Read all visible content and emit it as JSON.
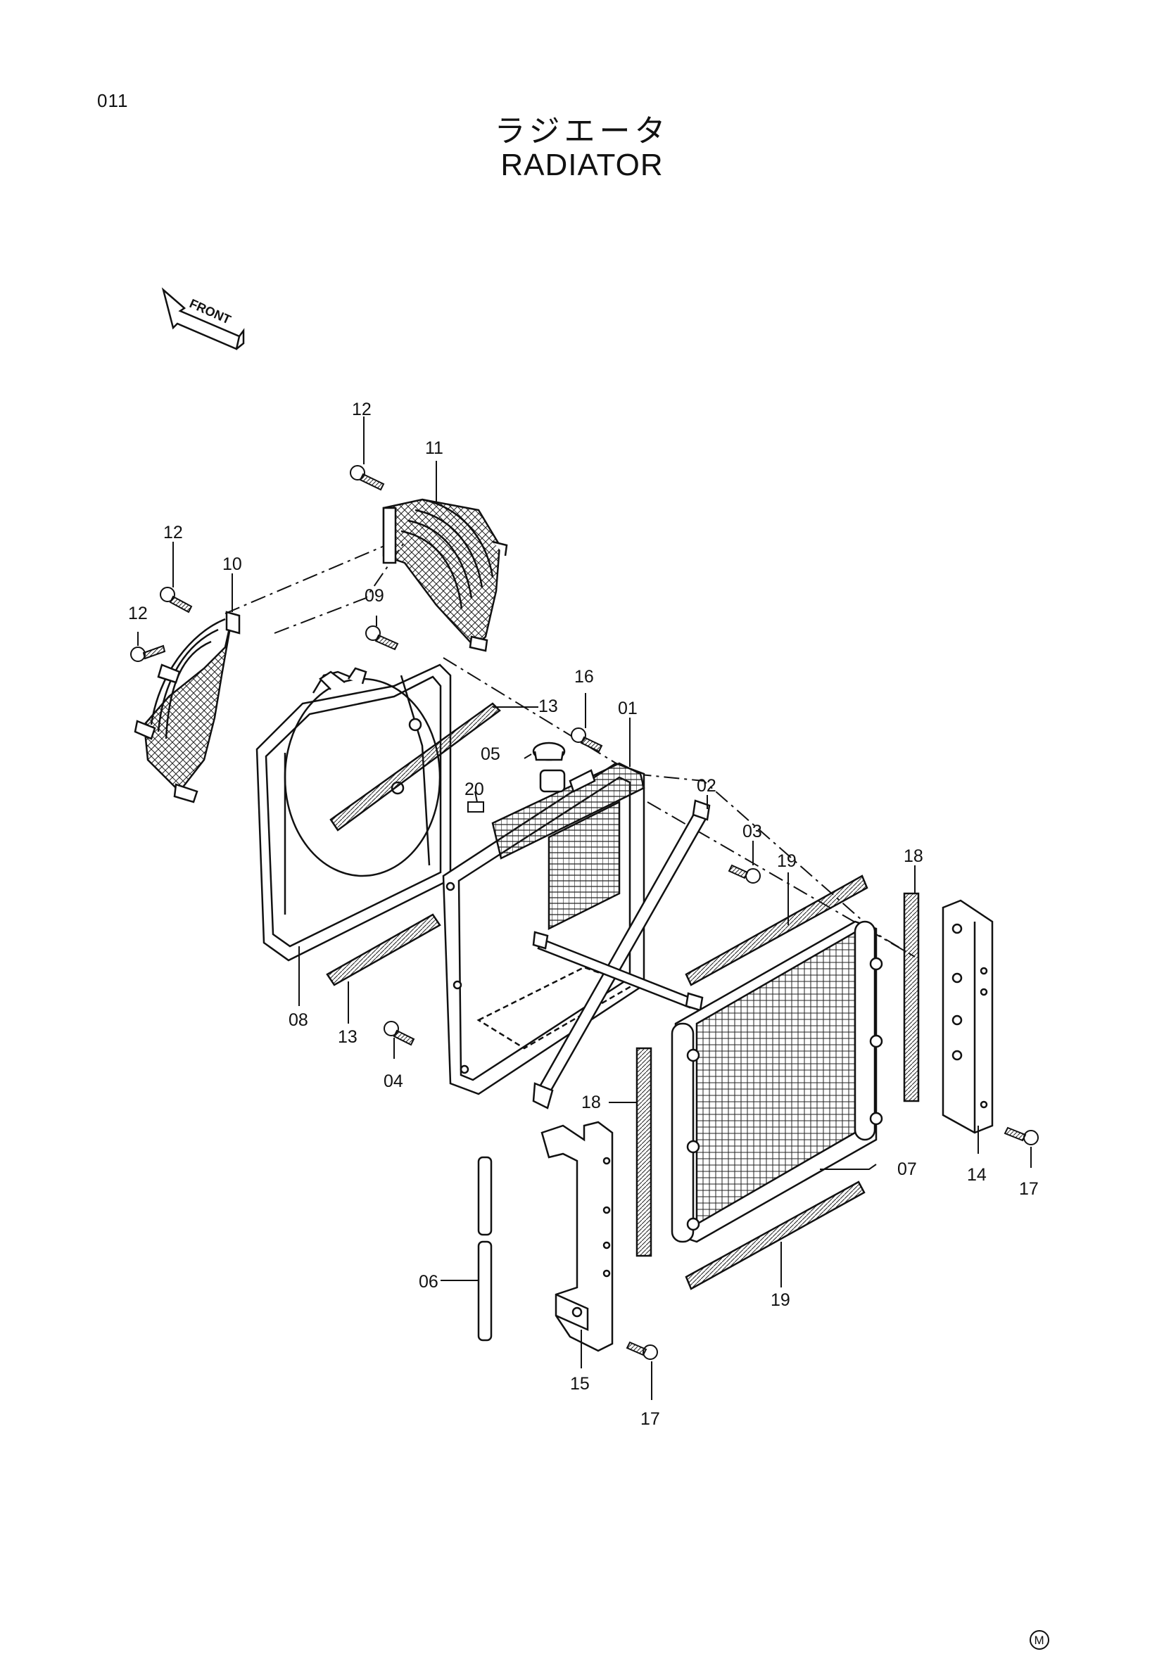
{
  "page": {
    "number": "011",
    "title_jp": "ラジエータ",
    "title_en": "RADIATOR",
    "front_arrow_text": "FRONT",
    "corner_mark": "M"
  },
  "callouts": [
    "12",
    "11",
    "12",
    "10",
    "09",
    "12",
    "16",
    "01",
    "13",
    "05",
    "20",
    "02",
    "03",
    "19",
    "18",
    "08",
    "13",
    "04",
    "18",
    "07",
    "14",
    "17",
    "06",
    "19",
    "15",
    "17"
  ]
}
